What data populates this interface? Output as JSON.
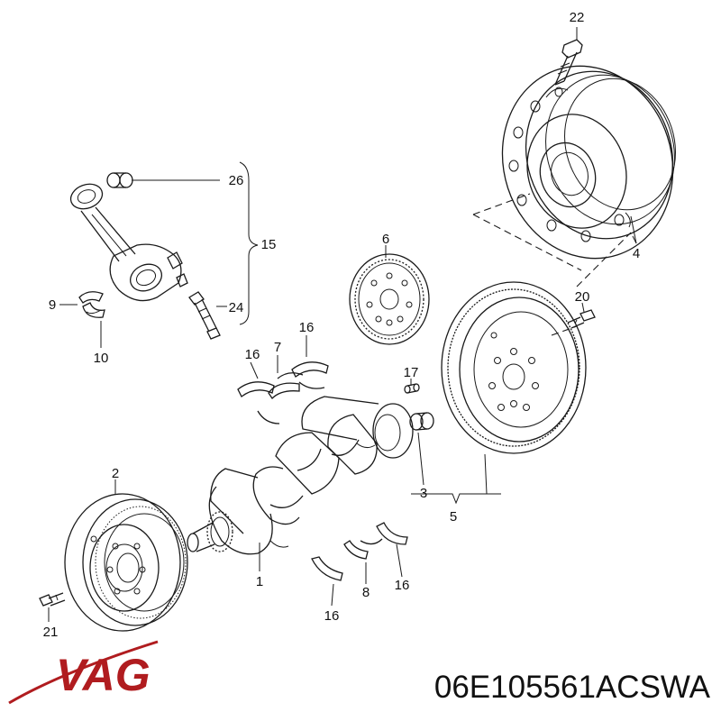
{
  "brand": {
    "logo_text": "VAG",
    "logo_color": "#b01c1f"
  },
  "part_number": "06E105561ACSWA",
  "callouts": {
    "c1": "1",
    "c2": "2",
    "c3": "3",
    "c4": "4",
    "c5": "5",
    "c6": "6",
    "c7": "7",
    "c8": "8",
    "c9": "9",
    "c10": "10",
    "c15": "15",
    "c16a": "16",
    "c16b": "16",
    "c16c": "16",
    "c16d": "16",
    "c17": "17",
    "c20": "20",
    "c21": "21",
    "c22": "22",
    "c24": "24",
    "c26": "26"
  }
}
